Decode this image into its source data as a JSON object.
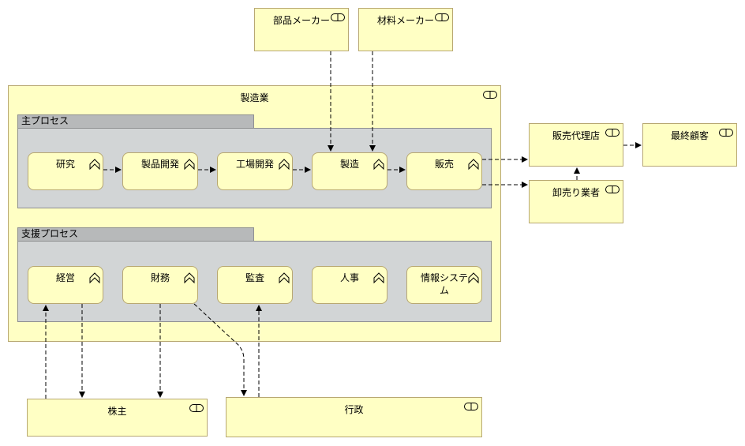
{
  "suppliers": {
    "parts_maker": "部品メーカー",
    "material_maker": "材料メーカー"
  },
  "manufacturing": {
    "title": "製造業",
    "main_process": {
      "label": "主プロセス",
      "steps": [
        "研究",
        "製品開発",
        "工場開発",
        "製造",
        "販売"
      ]
    },
    "support_process": {
      "label": "支援プロセス",
      "steps": [
        "経営",
        "財務",
        "監査",
        "人事",
        "情報システム"
      ]
    }
  },
  "channels": {
    "dealer": "販売代理店",
    "wholesaler": "卸売り業者",
    "end_customer": "最終顧客"
  },
  "stakeholders": {
    "shareholders": "株主",
    "government": "行政"
  },
  "colors": {
    "actor_fill": "#ffffc4",
    "actor_border": "#b8a872",
    "group_tab": "#b7b9ba",
    "group_body": "#d2d5d6"
  }
}
